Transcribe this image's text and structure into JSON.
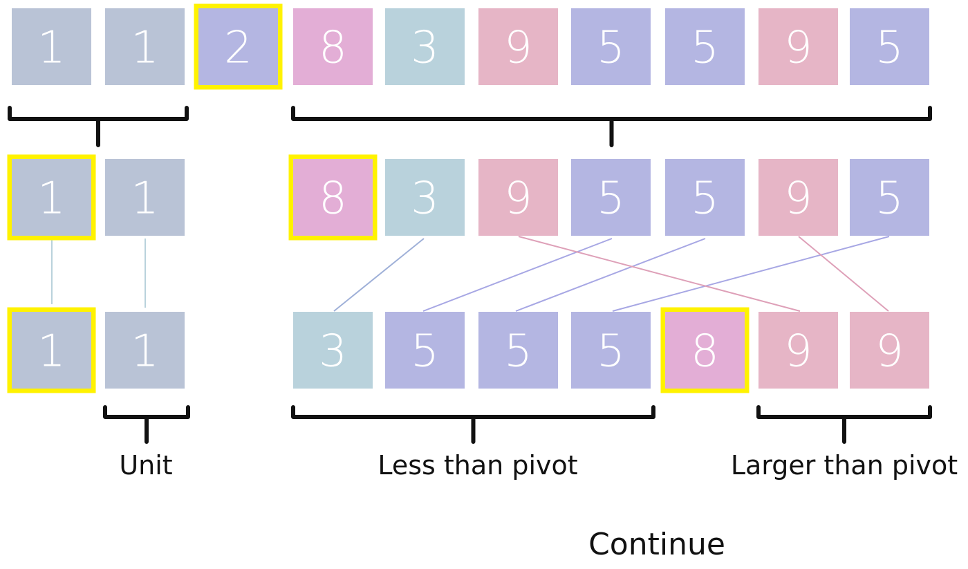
{
  "colors": {
    "grey_blue": "#b9c3d6",
    "lavender": "#b4b6e2",
    "teal": "#b9d2dc",
    "magenta": "#e3aed6",
    "pink": "#e6b5c6",
    "highlight": "#fff200",
    "bracket": "#111111"
  },
  "rows": {
    "top": [
      {
        "value": "1",
        "color": "grey_blue",
        "highlight": false
      },
      {
        "value": "1",
        "color": "grey_blue",
        "highlight": false
      },
      {
        "value": "2",
        "color": "lavender",
        "highlight": true
      },
      {
        "value": "8",
        "color": "magenta",
        "highlight": false
      },
      {
        "value": "3",
        "color": "teal",
        "highlight": false
      },
      {
        "value": "9",
        "color": "pink",
        "highlight": false
      },
      {
        "value": "5",
        "color": "lavender",
        "highlight": false
      },
      {
        "value": "5",
        "color": "lavender",
        "highlight": false
      },
      {
        "value": "9",
        "color": "pink",
        "highlight": false
      },
      {
        "value": "5",
        "color": "lavender",
        "highlight": false
      }
    ],
    "middle_left": [
      {
        "value": "1",
        "color": "grey_blue",
        "highlight": true
      },
      {
        "value": "1",
        "color": "grey_blue",
        "highlight": false
      }
    ],
    "middle_right": [
      {
        "value": "8",
        "color": "magenta",
        "highlight": true
      },
      {
        "value": "3",
        "color": "teal",
        "highlight": false
      },
      {
        "value": "9",
        "color": "pink",
        "highlight": false
      },
      {
        "value": "5",
        "color": "lavender",
        "highlight": false
      },
      {
        "value": "5",
        "color": "lavender",
        "highlight": false
      },
      {
        "value": "9",
        "color": "pink",
        "highlight": false
      },
      {
        "value": "5",
        "color": "lavender",
        "highlight": false
      }
    ],
    "bottom_left": [
      {
        "value": "1",
        "color": "grey_blue",
        "highlight": true
      },
      {
        "value": "1",
        "color": "grey_blue",
        "highlight": false
      }
    ],
    "bottom_right": [
      {
        "value": "3",
        "color": "teal",
        "highlight": false
      },
      {
        "value": "5",
        "color": "lavender",
        "highlight": false
      },
      {
        "value": "5",
        "color": "lavender",
        "highlight": false
      },
      {
        "value": "5",
        "color": "lavender",
        "highlight": false
      },
      {
        "value": "8",
        "color": "magenta",
        "highlight": true
      },
      {
        "value": "9",
        "color": "pink",
        "highlight": false
      },
      {
        "value": "9",
        "color": "pink",
        "highlight": false
      }
    ]
  },
  "labels": {
    "unit": "Unit",
    "less_than_pivot": "Less than pivot",
    "larger_than_pivot": "Larger than pivot",
    "continue": "Continue"
  }
}
